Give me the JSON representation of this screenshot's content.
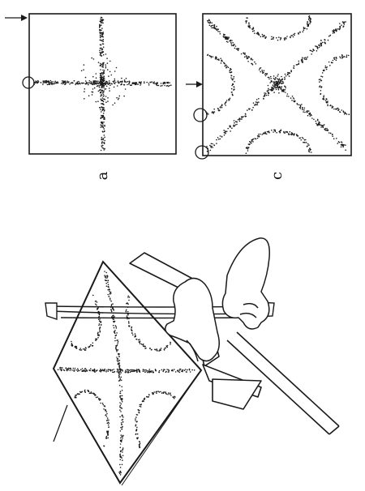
{
  "figure": {
    "panels": [
      {
        "id": "a",
        "label": "a"
      },
      {
        "id": "c",
        "label": "c"
      }
    ],
    "illustration": "bowed-plate"
  },
  "colors": {
    "ink": "#1a1a1a",
    "paper": "#ffffff"
  }
}
